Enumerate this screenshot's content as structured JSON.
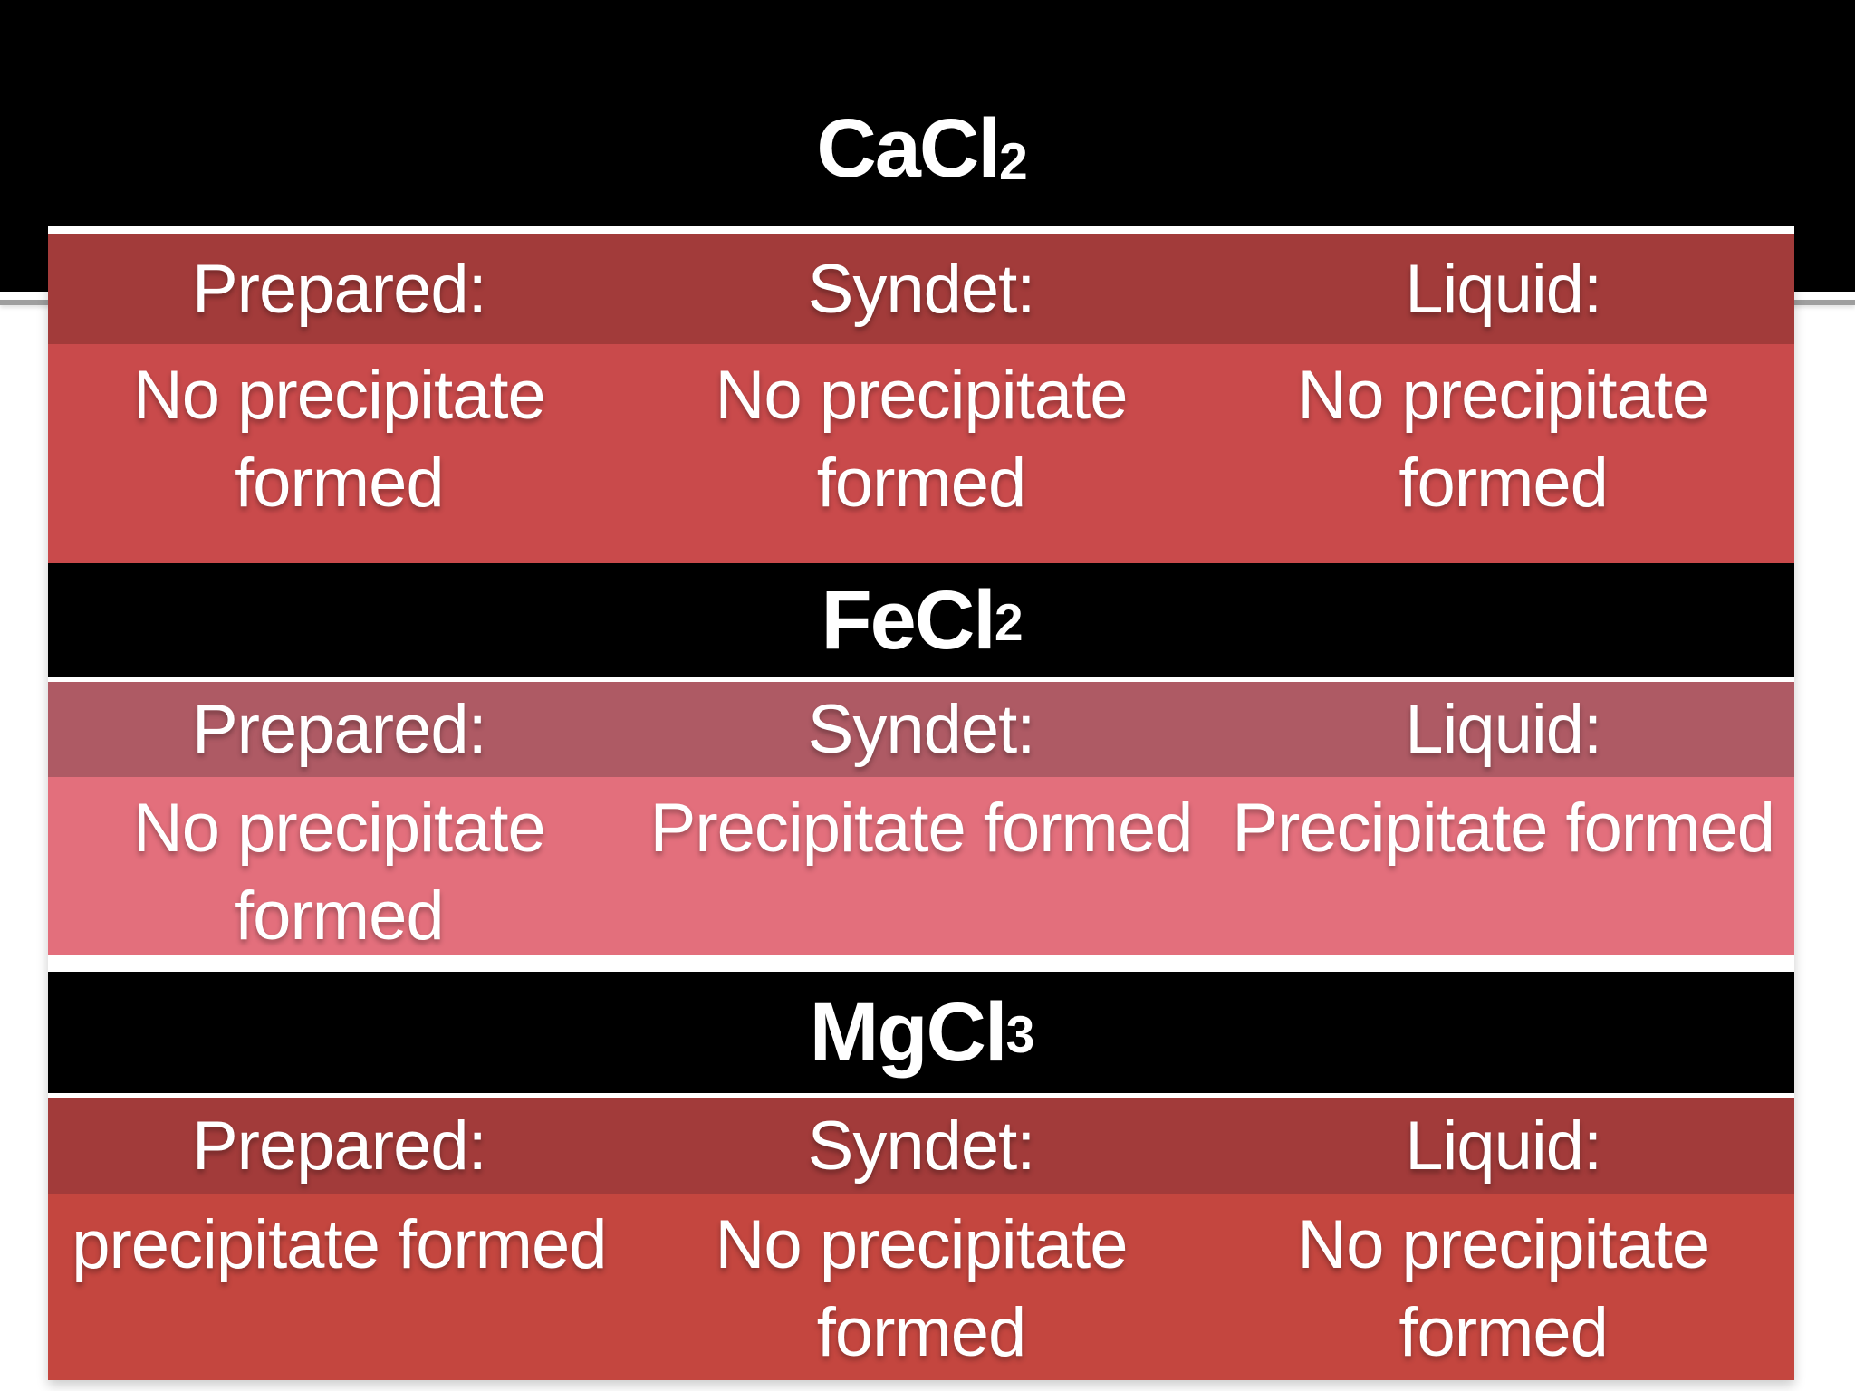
{
  "slide": {
    "background": "#ffffff",
    "title_band_color": "#000000",
    "separator_color": "#9e9e9e",
    "text_color": "#ffffff"
  },
  "sections": [
    {
      "title_base": "CaCl",
      "title_sub": "2",
      "band_bg": "#000000",
      "header_bg": "#a23b3a",
      "data_bg": "#c94a4b",
      "headers": [
        "Prepared:",
        "Syndet:",
        "Liquid:"
      ],
      "cells": [
        "No precipitate\nformed",
        "No precipitate\nformed",
        "No precipitate\nformed"
      ]
    },
    {
      "title_base": "FeCl",
      "title_sub": "2",
      "band_bg": "#000000",
      "header_bg": "#ae5a64",
      "data_bg": "#e36f7c",
      "headers": [
        "Prepared:",
        "Syndet:",
        "Liquid:"
      ],
      "cells": [
        "No precipitate\nformed",
        "Precipitate formed",
        "Precipitate formed"
      ]
    },
    {
      "title_base": "MgCl",
      "title_sub": "3",
      "band_bg": "#000000",
      "header_bg": "#a23b3a",
      "data_bg": "#c4463f",
      "headers": [
        "Prepared:",
        "Syndet:",
        "Liquid:"
      ],
      "cells": [
        "precipitate formed",
        "No precipitate\nformed",
        "No precipitate\nformed"
      ]
    }
  ]
}
